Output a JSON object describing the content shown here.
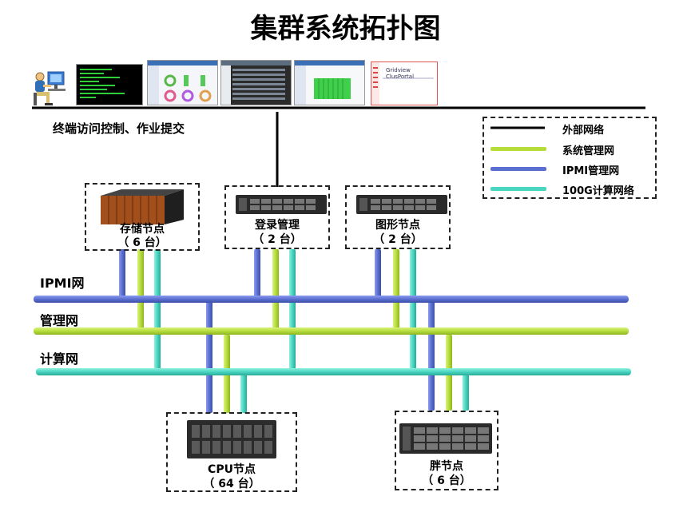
{
  "title": "集群系统拓扑图",
  "terminal_caption": "终端访问控制、作业提交",
  "networks": {
    "ipmi": "IPMI网",
    "mgmt": "管理网",
    "compute": "计算网"
  },
  "legend": [
    {
      "label": "外部网络",
      "color": "#000000"
    },
    {
      "label": "系统管理网",
      "color": "#b6dd3c"
    },
    {
      "label": "IPMI管理网",
      "color": "#5b6fd0"
    },
    {
      "label": "100G计算网络",
      "color": "#49d6c0"
    }
  ],
  "nodes": {
    "storage": {
      "name": "存储节点",
      "count": "（  6  台）"
    },
    "login": {
      "name": "登录管理",
      "count": "（   2  台）"
    },
    "graphics": {
      "name": "图形节点",
      "count": "（   2  台）"
    },
    "cpu": {
      "name": "CPU节点",
      "count": "（   64   台）"
    },
    "fat": {
      "name": "胖节点",
      "count": "（   6  台）"
    }
  },
  "screen_text": {
    "portal": "Gridview ClusPortal"
  },
  "colors": {
    "ipmi": "#5b6fd0",
    "mgmt": "#b6dd3c",
    "compute": "#49d6c0",
    "external": "#000000"
  }
}
